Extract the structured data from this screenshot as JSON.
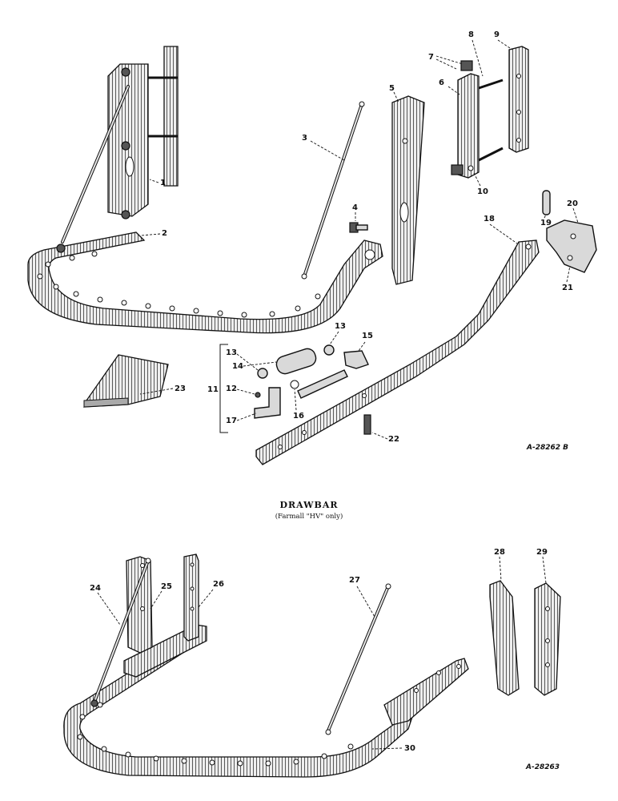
{
  "diagram": {
    "top_reference": "A-28262 B",
    "bottom_reference": "A-28263",
    "caption": {
      "title": "DRAWBAR",
      "subtitle": "(Farmall \"HV\" only)"
    },
    "callouts": [
      "1",
      "2",
      "3",
      "4",
      "5",
      "6",
      "7",
      "8",
      "9",
      "10",
      "11",
      "12",
      "13",
      "13",
      "14",
      "15",
      "16",
      "17",
      "18",
      "19",
      "20",
      "21",
      "22",
      "23",
      "24",
      "25",
      "26",
      "27",
      "28",
      "29",
      "30"
    ]
  }
}
